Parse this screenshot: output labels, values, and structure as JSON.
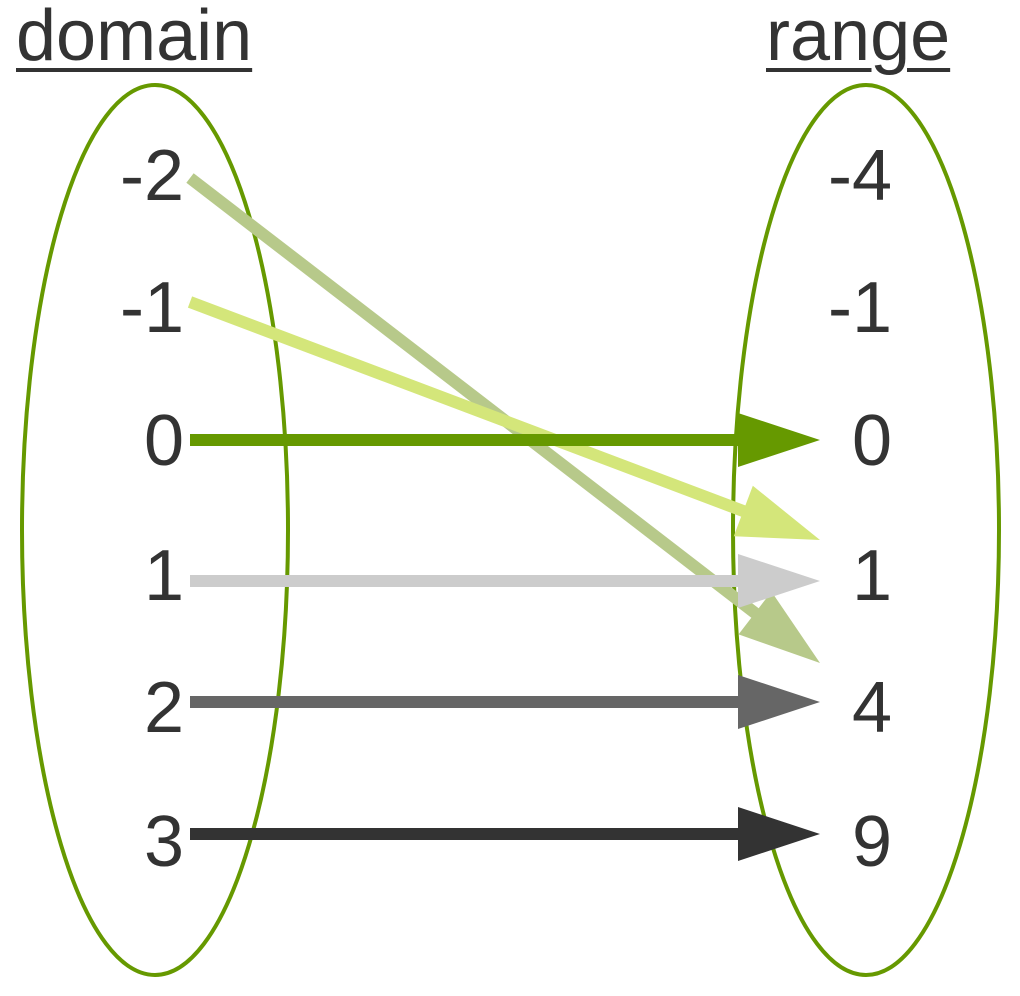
{
  "domain": {
    "title": "domain",
    "values": [
      "-2",
      "-1",
      "0",
      "1",
      "2",
      "3"
    ]
  },
  "range": {
    "title": "range",
    "values": [
      "-4",
      "-1",
      "0",
      "1",
      "4",
      "9"
    ]
  },
  "mappings": [
    {
      "from": "-2",
      "to": "4",
      "color": "#b7c98a"
    },
    {
      "from": "-1",
      "to": "1",
      "color": "#d4e67a"
    },
    {
      "from": "0",
      "to": "0",
      "color": "#669900"
    },
    {
      "from": "1",
      "to": "1",
      "color": "#cccccc"
    },
    {
      "from": "2",
      "to": "4",
      "color": "#666666"
    },
    {
      "from": "3",
      "to": "9",
      "color": "#333333"
    }
  ],
  "colors": {
    "ellipse": "#669900",
    "text": "#333333"
  }
}
